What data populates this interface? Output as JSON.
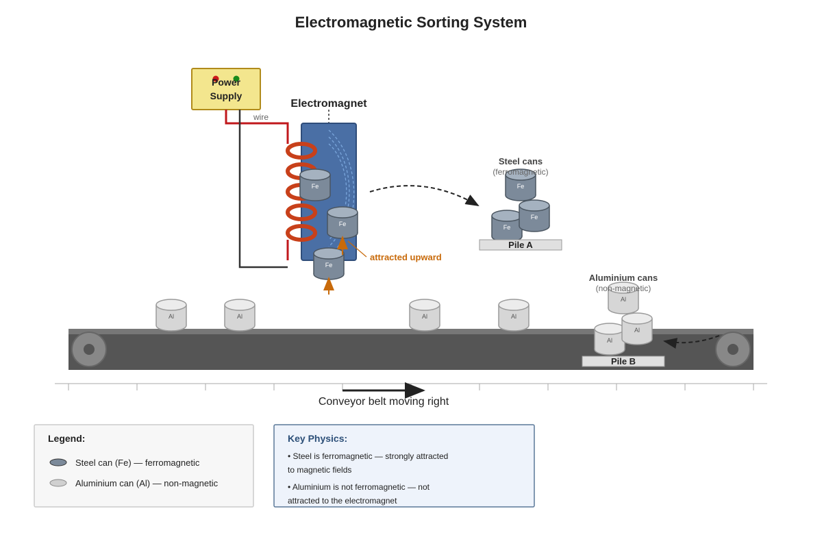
{
  "title": "Electromagnetic Sorting System",
  "power_supply": {
    "line1": "Power",
    "line2": "Supply"
  },
  "wire_label": "wire",
  "electromagnet_label": "Electromagnet",
  "attracted_label": "attracted upward",
  "steel_label": "Steel cans",
  "steel_sub": "(ferromagnetic)",
  "pile_a": "Pile A",
  "al_label": "Aluminium cans",
  "al_sub": "(non-magnetic)",
  "pile_b": "Pile B",
  "conveyor_label": "Conveyor belt moving right",
  "can_fe": "Fe",
  "can_al": "Al",
  "legend": {
    "title": "Legend:",
    "steel": "Steel can (Fe) — ferromagnetic",
    "al": "Aluminium can (Al) — non-magnetic"
  },
  "physics": {
    "title": "Key Physics:",
    "line1": "• Steel is ferromagnetic — strongly attracted",
    "line2": "to magnetic fields",
    "line3": "• Aluminium is not ferromagnetic — not",
    "line4": "attracted to the electromagnet"
  },
  "colors": {
    "steel": "#7c8a9a",
    "steel_top": "#a5b2c0",
    "aluminium": "#d6d6d6",
    "aluminium_top": "#ececec",
    "magnet": "#4a6fa5",
    "coil": "#c8401a",
    "wire": "#c0181c",
    "accent": "#c86a0a",
    "power_bg": "#f3e68e",
    "physics_bg": "#eef3fb"
  }
}
